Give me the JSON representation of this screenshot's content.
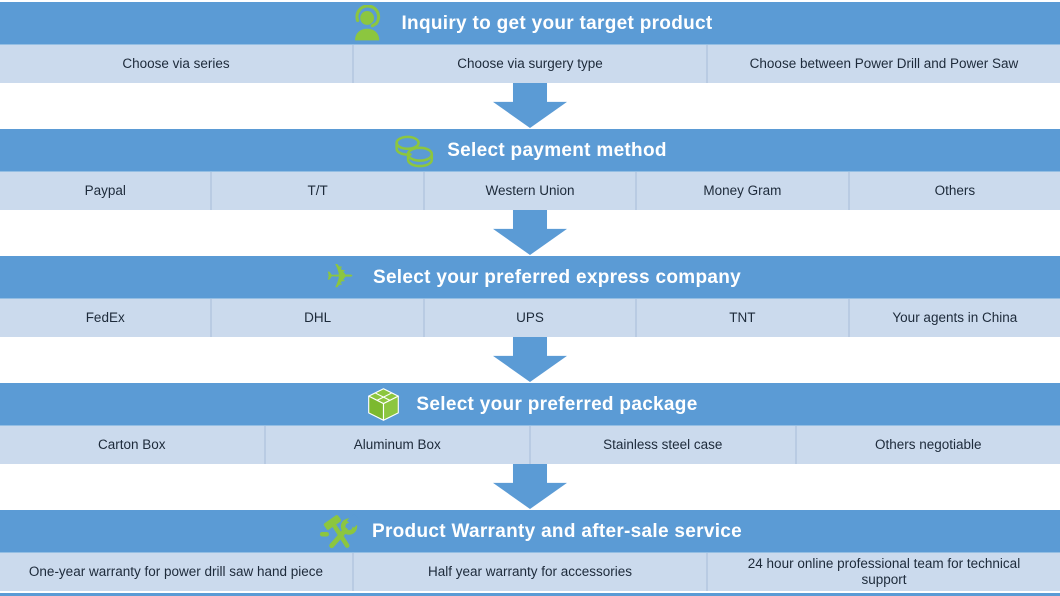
{
  "colors": {
    "header_blue": "#5B9BD5",
    "row_light_blue": "#CBDAED",
    "cell_divider_blue": "#B9CBE3",
    "arrow_blue": "#5B9BD5",
    "icon_green": "#8CC63F",
    "header_text": "#FFFFFF",
    "cell_text": "#1D2A3A"
  },
  "sections": [
    {
      "icon": "support-agent-icon",
      "title": "Inquiry to get your target product",
      "options": [
        "Choose via series",
        "Choose via surgery type",
        "Choose between Power Drill and Power Saw"
      ]
    },
    {
      "icon": "coins-icon",
      "title": "Select payment method",
      "options": [
        "Paypal",
        "T/T",
        "Western Union",
        "Money Gram",
        "Others"
      ]
    },
    {
      "icon": "airplane-icon",
      "title": "Select your preferred express company",
      "options": [
        "FedEx",
        "DHL",
        "UPS",
        "TNT",
        "Your agents in China"
      ]
    },
    {
      "icon": "package-box-icon",
      "title": "Select your preferred package",
      "options": [
        "Carton Box",
        "Aluminum Box",
        "Stainless steel case",
        "Others negotiable"
      ]
    },
    {
      "icon": "tools-icon",
      "title": "Product Warranty and after-sale service",
      "options": [
        "One-year warranty for power drill saw hand piece",
        "Half year warranty for accessories",
        "24 hour online professional team for technical support"
      ]
    }
  ],
  "airplane_glyph": "✈"
}
